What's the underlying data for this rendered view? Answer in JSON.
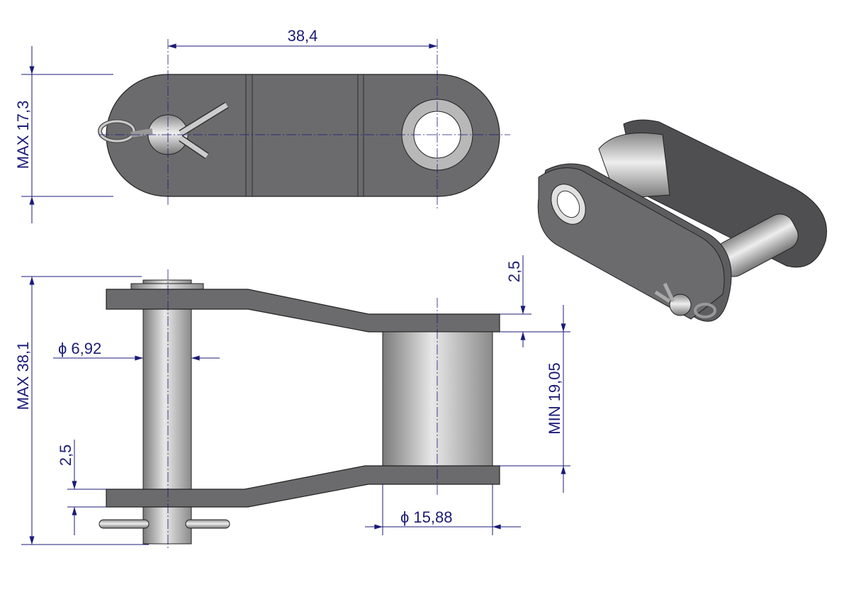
{
  "dimensions": {
    "pitch": "38,4",
    "plate_height": "MAX 17,3",
    "overall_width": "MAX 38,1",
    "pin_diameter": "ϕ 6,92",
    "plate_thickness_left": "2,5",
    "plate_thickness_right": "2,5",
    "inner_width": "MIN 19,05",
    "roller_diameter": "ϕ 15,88"
  },
  "colors": {
    "dimension": "#1b1b78",
    "part": "#6b6b6d",
    "pin": "#c8c8c8"
  }
}
